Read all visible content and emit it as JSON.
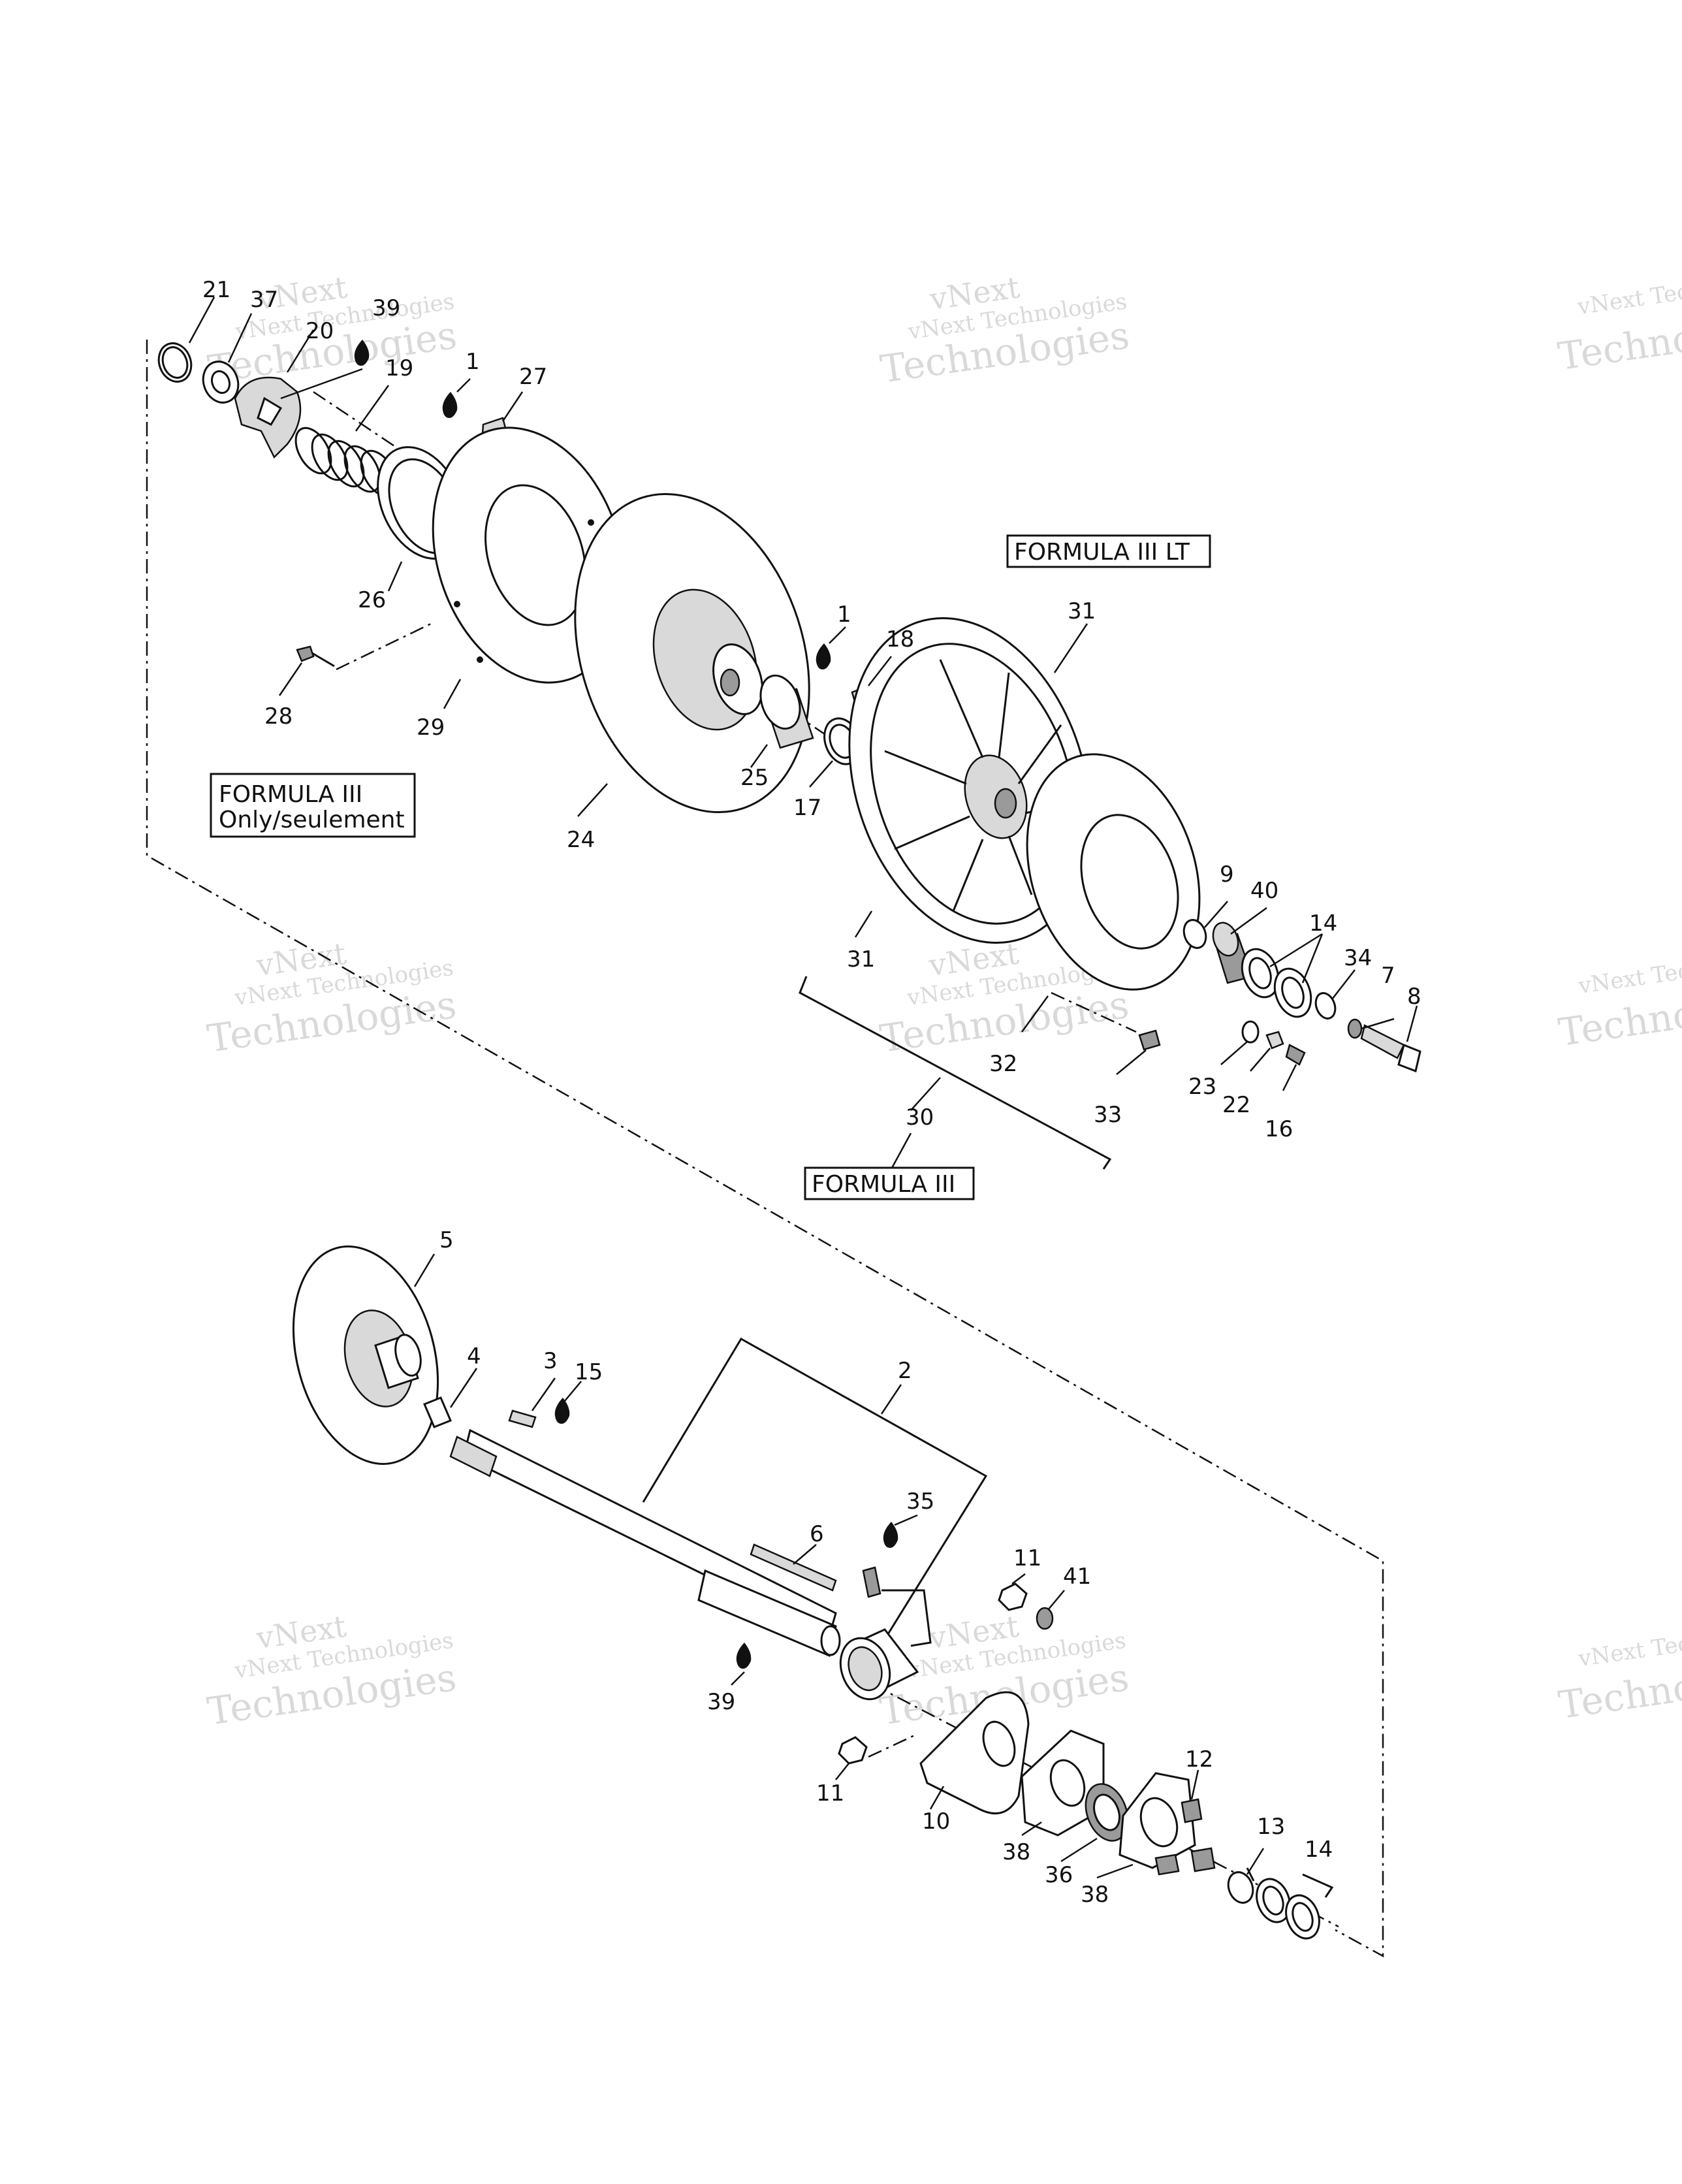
{
  "watermark": {
    "line1": "vNext",
    "line2": "vNext Technologies",
    "line3": "Technologies",
    "partial1": "vNext Tec",
    "partial2": "Technolo"
  },
  "boxes": {
    "formula_iii_lt": "FORMULA III LT",
    "formula_iii_only_line1": "FORMULA III",
    "formula_iii_only_line2": "Only/seulement",
    "formula_iii": "FORMULA III"
  },
  "callouts": {
    "c21": "21",
    "c37": "37",
    "c20": "20",
    "c39a": "39",
    "c19": "19",
    "c1a": "1",
    "c27": "27",
    "c26": "26",
    "c28": "28",
    "c29": "29",
    "c24": "24",
    "c25": "25",
    "c17": "17",
    "c1b": "1",
    "c18": "18",
    "c31a": "31",
    "c31b": "31",
    "c9": "9",
    "c40": "40",
    "c14a": "14",
    "c34": "34",
    "c7": "7",
    "c8": "8",
    "c23": "23",
    "c22": "22",
    "c16": "16",
    "c32": "32",
    "c33": "33",
    "c30": "30",
    "c5": "5",
    "c4": "4",
    "c3": "3",
    "c15": "15",
    "c2": "2",
    "c6": "6",
    "c35": "35",
    "c39b": "39",
    "c11a": "11",
    "c41": "41",
    "c11b": "11",
    "c10": "10",
    "c38a": "38",
    "c36": "36",
    "c38b": "38",
    "c12": "12",
    "c13": "13",
    "c14b": "14"
  }
}
